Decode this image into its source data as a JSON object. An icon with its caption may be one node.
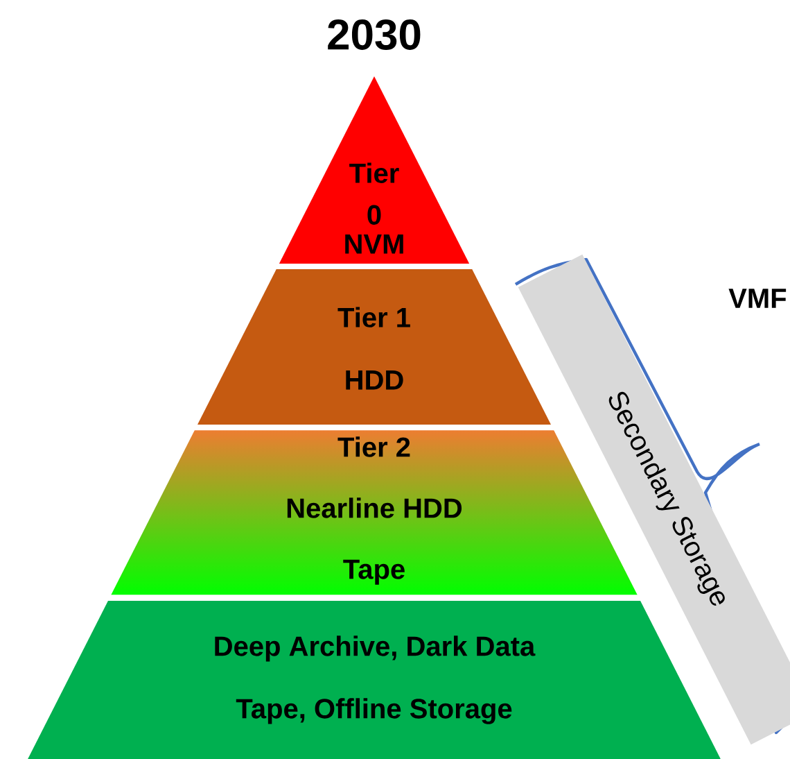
{
  "diagram": {
    "title": "2030",
    "nodes": [
      {
        "text": [
          "Tier 0",
          "NVM"
        ]
      },
      {
        "text": [
          "Tier 1",
          "HDD"
        ]
      },
      {
        "text": [
          "Tier 2",
          "Nearline HDD",
          "Tape"
        ]
      },
      {
        "text": [
          "Deep Archive, Dark Data",
          "Tape, Offline Storage"
        ]
      },
      {
        "text": [
          "Secondary Storage"
        ]
      }
    ],
    "labels": [
      "VMF"
    ]
  }
}
